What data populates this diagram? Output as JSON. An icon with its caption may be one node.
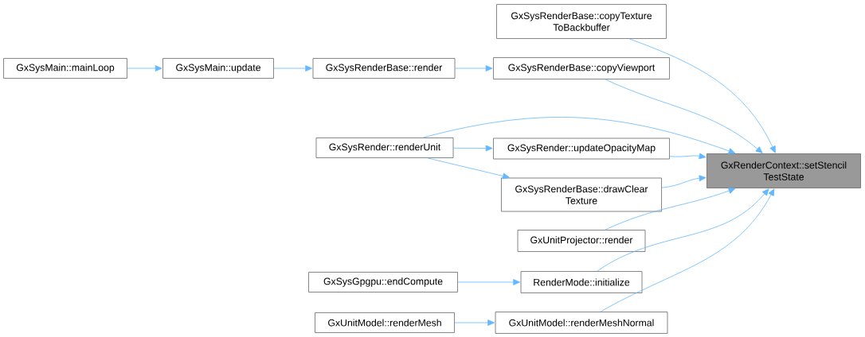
{
  "diagram": {
    "nodes": [
      {
        "text": [
          "GxSysMain::mainLoop"
        ]
      },
      {
        "text": [
          "GxSysMain::update"
        ]
      },
      {
        "text": [
          "GxSysRenderBase::render"
        ]
      },
      {
        "text": [
          "GxSysRender::renderUnit"
        ]
      },
      {
        "text": [
          "GxSysGpgpu::endCompute"
        ]
      },
      {
        "text": [
          "GxUnitModel::renderMesh"
        ]
      },
      {
        "text": [
          "GxSysRenderBase::copyTexture ToBackbuffer"
        ]
      },
      {
        "text": [
          "GxSysRenderBase::copyViewport"
        ]
      },
      {
        "text": [
          "GxSysRender::updateOpacityMap"
        ]
      },
      {
        "text": [
          "GxSysRenderBase::drawClear Texture"
        ]
      },
      {
        "text": [
          "GxUnitProjector::render"
        ]
      },
      {
        "text": [
          "RenderMode::initialize"
        ]
      },
      {
        "text": [
          "GxUnitModel::renderMeshNormal"
        ]
      },
      {
        "text": [
          "GxRenderContext::setStencil TestState"
        ]
      }
    ],
    "edges": [
      {
        "from": 0,
        "to": 1,
        "arrow": "to"
      },
      {
        "from": 1,
        "to": 2,
        "arrow": "to"
      },
      {
        "from": 2,
        "to": 7,
        "arrow": "to"
      },
      {
        "from": 3,
        "to": 8,
        "arrow": "to"
      },
      {
        "from": 3,
        "to": 9,
        "arrow": "to"
      },
      {
        "from": 4,
        "to": 11,
        "arrow": "to"
      },
      {
        "from": 5,
        "to": 12,
        "arrow": "to"
      },
      {
        "from": 6,
        "to": 13,
        "arrow": "to"
      },
      {
        "from": 7,
        "to": 13,
        "arrow": "to"
      },
      {
        "from": 3,
        "to": 13,
        "arrow": "to"
      },
      {
        "from": 8,
        "to": 13,
        "arrow": "to"
      },
      {
        "from": 9,
        "to": 13,
        "arrow": "to"
      },
      {
        "from": 10,
        "to": 13,
        "arrow": "to"
      },
      {
        "from": 11,
        "to": 13,
        "arrow": "to"
      },
      {
        "from": 12,
        "to": 13,
        "arrow": "to"
      }
    ]
  }
}
